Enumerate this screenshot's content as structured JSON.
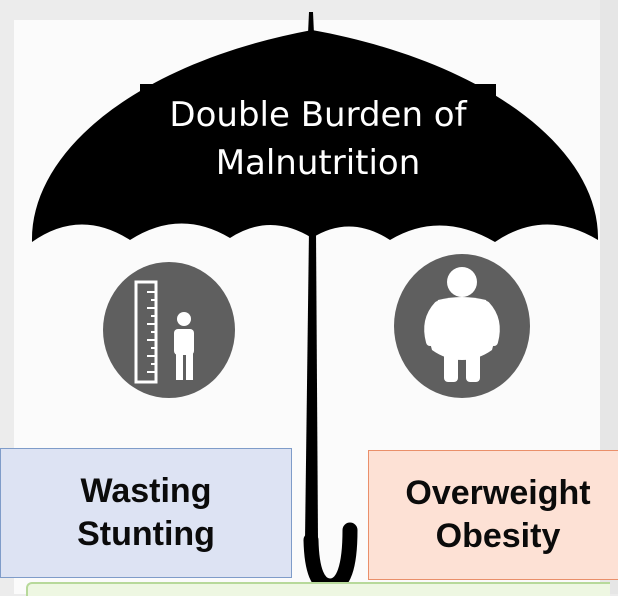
{
  "title": {
    "line1": "Double Burden of",
    "line2": "Malnutrition"
  },
  "left_box": {
    "line1": "Wasting",
    "line2": "Stunting"
  },
  "right_box": {
    "line1": "Overweight",
    "line2": "Obesity"
  },
  "icons": [
    "ruler-child-icon",
    "obese-person-icon",
    "umbrella-icon"
  ],
  "colors": {
    "umbrella": "#000000",
    "icon_circle": "#5f5f5f",
    "left_box_fill": "#dde3f3",
    "left_box_border": "#7f9cc9",
    "right_box_fill": "#fde1d5",
    "right_box_border": "#ea8f6a",
    "bottom_band": "#eef7e2"
  }
}
